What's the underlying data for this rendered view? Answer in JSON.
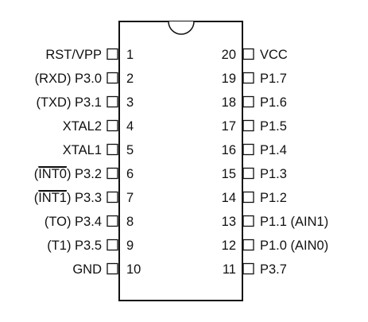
{
  "left_pins": [
    {
      "number": "1",
      "pre": "",
      "bar": "",
      "post": "RST/VPP"
    },
    {
      "number": "2",
      "pre": "",
      "bar": "",
      "post": "(RXD) P3.0"
    },
    {
      "number": "3",
      "pre": "",
      "bar": "",
      "post": "(TXD) P3.1"
    },
    {
      "number": "4",
      "pre": "",
      "bar": "",
      "post": "XTAL2"
    },
    {
      "number": "5",
      "pre": "",
      "bar": "",
      "post": "XTAL1"
    },
    {
      "number": "6",
      "pre": "(",
      "bar": "INT0",
      "post": ") P3.2"
    },
    {
      "number": "7",
      "pre": "(",
      "bar": "INT1",
      "post": ") P3.3"
    },
    {
      "number": "8",
      "pre": "",
      "bar": "",
      "post": "(TO) P3.4"
    },
    {
      "number": "9",
      "pre": "",
      "bar": "",
      "post": "(T1) P3.5"
    },
    {
      "number": "10",
      "pre": "",
      "bar": "",
      "post": "GND"
    }
  ],
  "right_pins": [
    {
      "number": "20",
      "label": "VCC"
    },
    {
      "number": "19",
      "label": "P1.7"
    },
    {
      "number": "18",
      "label": "P1.6"
    },
    {
      "number": "17",
      "label": "P1.5"
    },
    {
      "number": "16",
      "label": "P1.4"
    },
    {
      "number": "15",
      "label": "P1.3"
    },
    {
      "number": "14",
      "label": "P1.2"
    },
    {
      "number": "13",
      "label": "P1.1 (AIN1)"
    },
    {
      "number": "12",
      "label": "P1.0 (AIN0)"
    },
    {
      "number": "11",
      "label": "P3.7"
    }
  ]
}
